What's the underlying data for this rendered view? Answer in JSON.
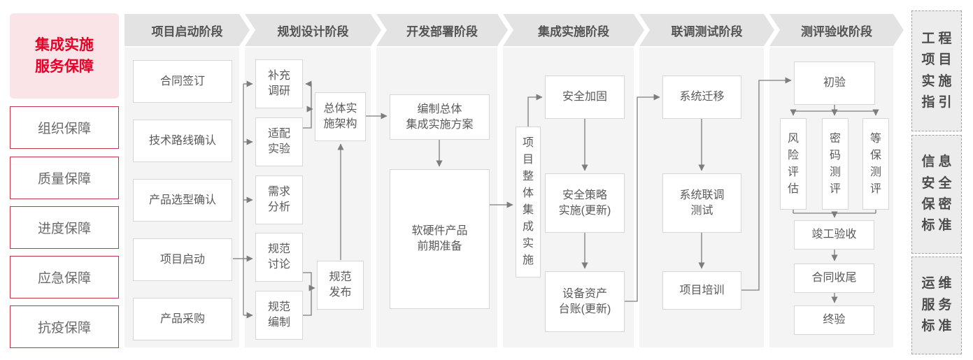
{
  "sidebar": {
    "title": "集成实施\n服务保障",
    "items": [
      "组织保障",
      "质量保障",
      "进度保障",
      "应急保障",
      "抗疫保障"
    ]
  },
  "stages": [
    {
      "label": "项目启动阶段",
      "boxes": [
        "合同签订",
        "技术路线确认",
        "产品选型确认",
        "项目启动",
        "产品采购"
      ]
    },
    {
      "label": "规划设计阶段",
      "boxes": [
        "补充\n调研",
        "适配\n实验",
        "需求\n分析",
        "规范\n讨论",
        "规范\n编制",
        "总体实\n施架构",
        "规范\n发布"
      ]
    },
    {
      "label": "开发部署阶段",
      "boxes": [
        "编制总体\n集成实施方案",
        "软硬件产品\n前期准备"
      ]
    },
    {
      "label": "集成实施阶段",
      "boxes": [
        "项\n目\n整\n体\n集\n成\n实\n施",
        "安全加固",
        "安全策略\n实施(更新)",
        "设备资产\n台账(更新)"
      ]
    },
    {
      "label": "联调测试阶段",
      "boxes": [
        "系统迁移",
        "系统联调\n测试",
        "项目培训"
      ]
    },
    {
      "label": "测评验收阶段",
      "boxes": [
        "初验",
        "风\n险\n评\n估",
        "密\n码\n测\n评",
        "等\n保\n测\n评",
        "竣工验收",
        "合同收尾",
        "终验"
      ]
    }
  ],
  "standards": [
    "工程\n项目\n实施\n指引",
    "信息\n安全\n保密\n标准",
    "运维\n服务\n标准"
  ],
  "colors": {
    "accent_red": "#e60026",
    "red_border": "#c8344b",
    "pink_bg": "#fae4e8",
    "header_bg": "#e3e3e4",
    "column_bg": "#f4f4f5",
    "line_gray": "#7d7d7d"
  }
}
